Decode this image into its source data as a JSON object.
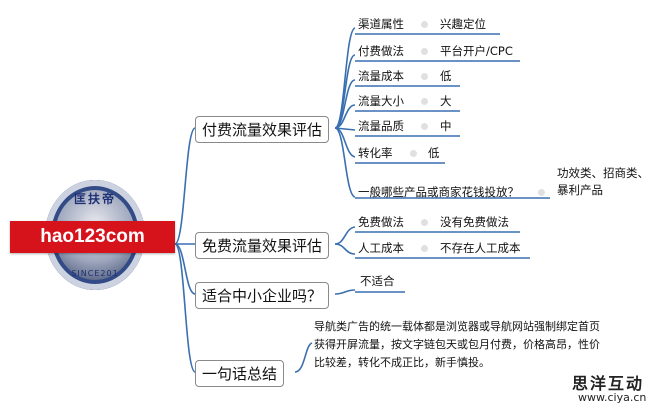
{
  "center": {
    "title": "hao123com",
    "badge_top": "匡扶帝",
    "badge_bottom": "SINCE201"
  },
  "branches": [
    {
      "label": "付费流量效果评估",
      "items": [
        {
          "key": "渠道属性",
          "value": "兴趣定位"
        },
        {
          "key": "付费做法",
          "value": "平台开户/CPC"
        },
        {
          "key": "流量成本",
          "value": "低"
        },
        {
          "key": "流量大小",
          "value": "大"
        },
        {
          "key": "流量品质",
          "value": "中"
        },
        {
          "key": "转化率",
          "value": "低"
        },
        {
          "key": "一般哪些产品或商家花钱投放？",
          "value": "功效类、招商类、暴利产品"
        }
      ]
    },
    {
      "label": "免费流量效果评估",
      "items": [
        {
          "key": "免费做法",
          "value": "没有免费做法"
        },
        {
          "key": "人工成本",
          "value": "不存在人工成本"
        }
      ]
    },
    {
      "label": "适合中小企业吗？",
      "items": [
        {
          "key": "不适合"
        }
      ]
    },
    {
      "label": "一句话总结",
      "summary": [
        "导航类广告的统一载体都是浏览器或导航网站强制绑定首页",
        "获得开屏流量，按文字链包天或包月付费，价格高昂，性价",
        "比较差，转化不成正比，新手慎投。"
      ]
    }
  ],
  "watermark": {
    "name": "思洋互动",
    "url": "www.ciya.cn"
  },
  "colors": {
    "line": "#3a6fb0",
    "banner": "#d6121b",
    "dot": "#e0e0e0",
    "border": "#8a8a8a"
  }
}
